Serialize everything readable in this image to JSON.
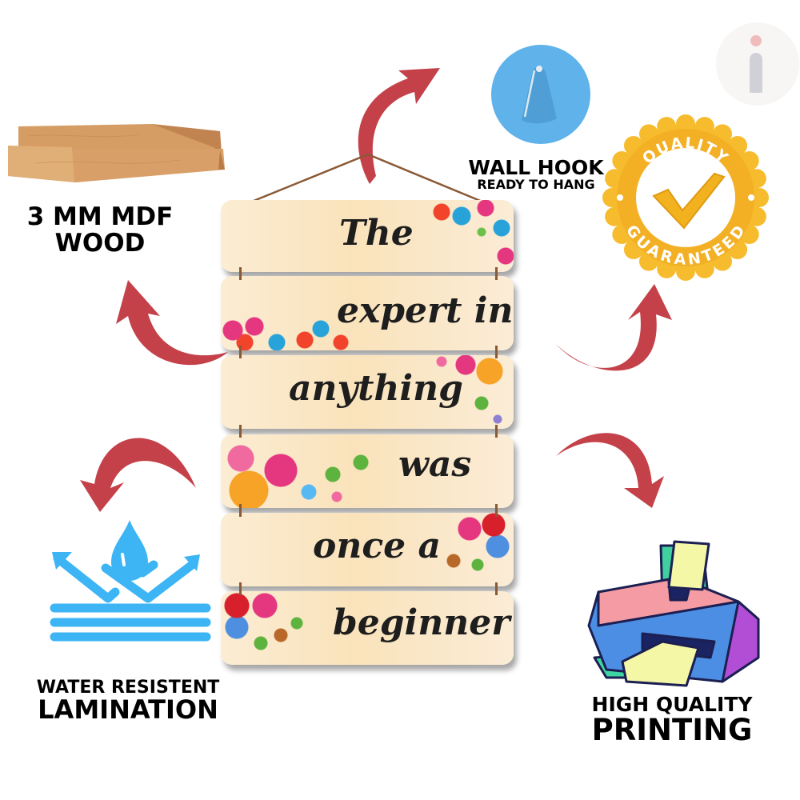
{
  "features": {
    "mdf": {
      "line1": "3 MM MDF",
      "line2": "WOOD",
      "icon": "wood-planks-icon"
    },
    "hook": {
      "title": "WALL HOOK",
      "subtitle": "READY TO HANG",
      "icon": "wall-hook-icon"
    },
    "quality_badge": {
      "top_text": "QUALITY",
      "bottom_text": "GUARANTEED",
      "icon": "checkmark-icon"
    },
    "lamination": {
      "line1": "WATER RESISTENT",
      "line2": "LAMINATION",
      "icon": "water-drop-icon"
    },
    "printing": {
      "line1": "HIGH QUALITY",
      "line2": "PRINTING",
      "icon": "printer-icon"
    }
  },
  "sign": {
    "planks": [
      {
        "text": "The"
      },
      {
        "text": "expert in"
      },
      {
        "text": "anything"
      },
      {
        "text": "was"
      },
      {
        "text": "once a"
      },
      {
        "text": "beginner"
      }
    ]
  },
  "colors": {
    "arrow": "#c4414a",
    "water_blue": "#3db5f5",
    "badge_gold": "#f4b629",
    "plank_bg": "#fae7c6",
    "hook_blue": "#5fb2ea"
  }
}
